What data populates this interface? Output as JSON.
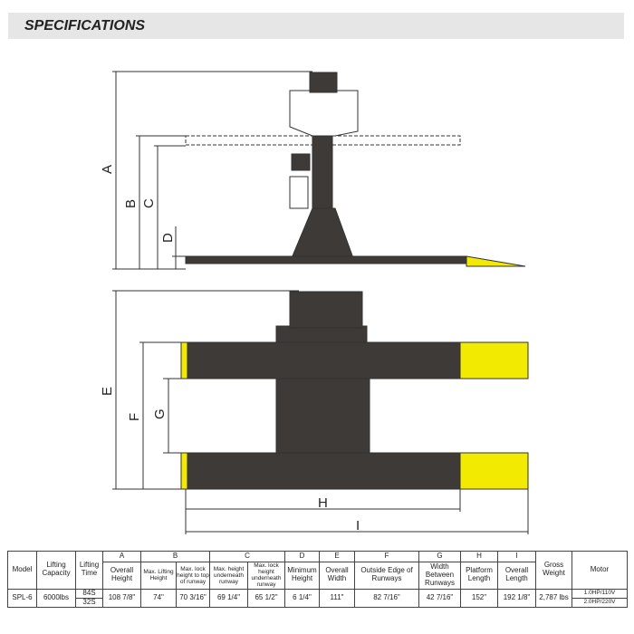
{
  "header": {
    "title": "SPECIFICATIONS"
  },
  "diagram": {
    "labels": {
      "A": "A",
      "B": "B",
      "C": "C",
      "D": "D",
      "E": "E",
      "F": "F",
      "G": "G",
      "H": "H",
      "I": "I"
    },
    "colors": {
      "body": "#3d3a37",
      "ramp": "#f2ea00"
    }
  },
  "table": {
    "headers": {
      "model": "Model",
      "capacity": "Lifting Capacity",
      "time": "Lifting Time",
      "A": "A",
      "B": "B",
      "C": "C",
      "D": "D",
      "E": "E",
      "F": "F",
      "G": "G",
      "H": "H",
      "I": "I",
      "weight": "Gross Weight",
      "motor": "Motor"
    },
    "subheaders": {
      "a": "Overall Height",
      "b1": "Max. Lifting Height",
      "b2": "Max. lock height to top of runway",
      "c1": "Max. height underneath runway",
      "c2": "Max. lock height underneath runway",
      "d": "Minimum Height",
      "e": "Overall Width",
      "f": "Outside Edge of Runways",
      "g": "Width Between Runways",
      "h": "Platform Length",
      "i": "Overall Length"
    },
    "row": {
      "model": "SPL-6",
      "capacity": "6000lbs",
      "time1": "84S",
      "time2": "32S",
      "a": "108 7/8\"",
      "b1": "74\"",
      "b2": "70 3/16\"",
      "c1": "69 1/4\"",
      "c2": "65 1/2\"",
      "d": "6 1/4\"",
      "e": "111\"",
      "f": "82 7/16\"",
      "g": "42 7/16\"",
      "h": "152\"",
      "i": "192 1/8\"",
      "weight": "2,787 lbs",
      "motor1": "1.0HP/110V",
      "motor2": "2.0HP/220V"
    }
  }
}
